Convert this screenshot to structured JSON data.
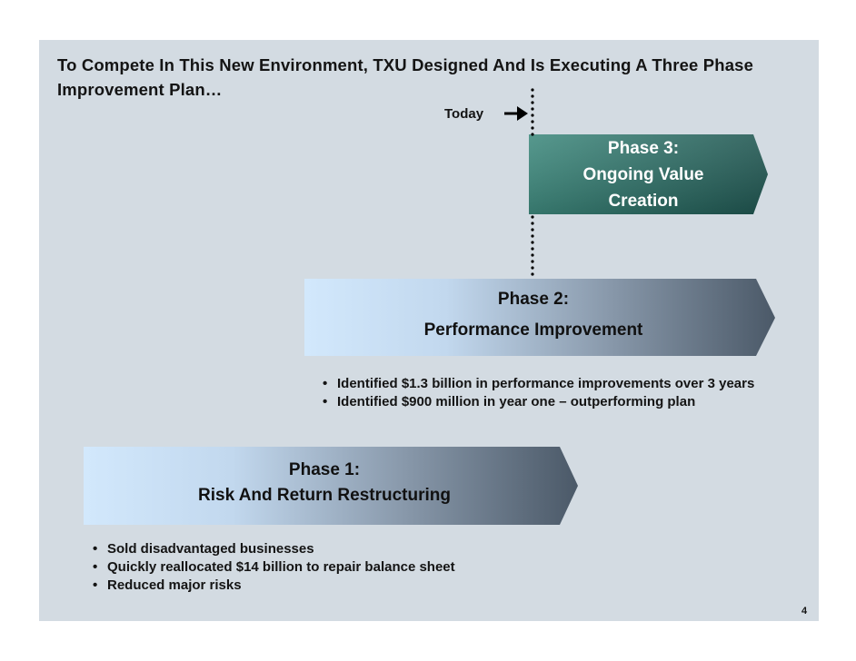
{
  "title": "To Compete In This New Environment, TXU Designed And Is Executing A Three Phase Improvement Plan…",
  "today_label": "Today",
  "phases": [
    {
      "title_line1": "Phase 3:",
      "title_line2": "Ongoing Value",
      "title_line3": "Creation",
      "color": "#2f6f67"
    },
    {
      "title_line1": "Phase 2:",
      "title_line2": "Performance Improvement",
      "bullets": [
        "Identified $1.3 billion in performance improvements over 3 years",
        "Identified $900 million in year one – outperforming plan"
      ],
      "gradient": [
        "#cfe6fb",
        "#4a5a6a"
      ]
    },
    {
      "title_line1": "Phase 1:",
      "title_line2": "Risk And Return Restructuring",
      "bullets": [
        "Sold disadvantaged businesses",
        "Quickly reallocated $14 billion to repair balance sheet",
        "Reduced major risks"
      ],
      "gradient": [
        "#cfe6fb",
        "#4a5a6a"
      ]
    }
  ],
  "page_number": "4",
  "background_color": "#d3dbe2"
}
